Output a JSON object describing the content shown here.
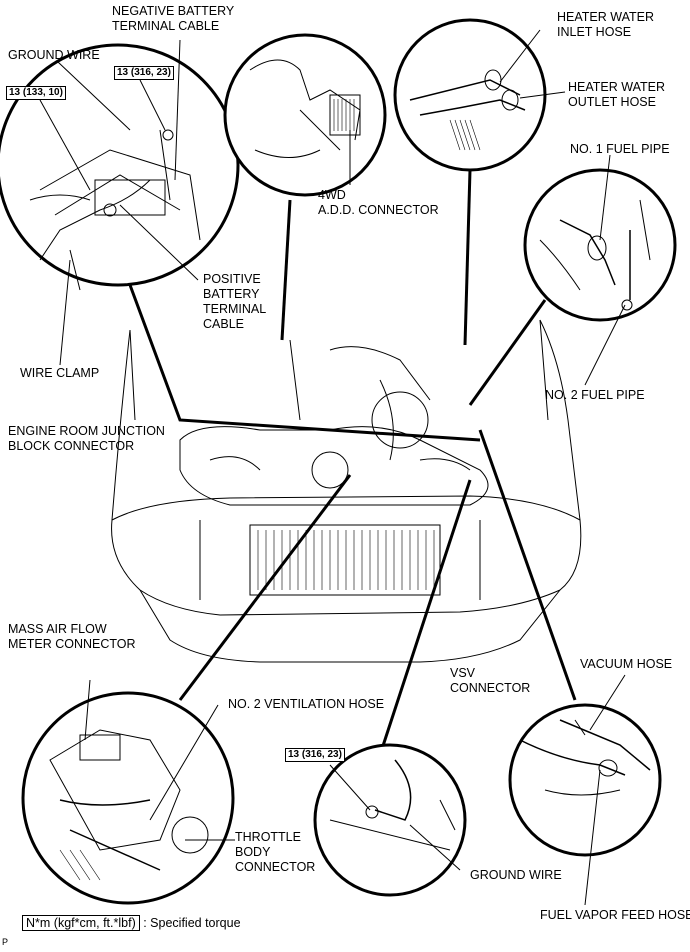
{
  "labels": {
    "negative_battery": "NEGATIVE BATTERY\nTERMINAL CABLE",
    "ground_wire_top": "GROUND WIRE",
    "torque_left": "13 (133, 10)",
    "torque_top": "13 (316, 23)",
    "positive_battery": "POSITIVE\nBATTERY\nTERMINAL\nCABLE",
    "wire_clamp": "WIRE CLAMP",
    "engine_room": "ENGINE ROOM JUNCTION\nBLOCK CONNECTOR",
    "connector_4wd": "4WD\nA.D.D. CONNECTOR",
    "heater_inlet": "HEATER WATER\nINLET HOSE",
    "heater_outlet": "HEATER WATER\nOUTLET HOSE",
    "fuel_pipe_1": "NO. 1 FUEL PIPE",
    "fuel_pipe_2": "NO. 2 FUEL PIPE",
    "mass_air_flow": "MASS AIR FLOW\nMETER CONNECTOR",
    "ventilation_hose": "NO. 2 VENTILATION HOSE",
    "throttle_body": "THROTTLE\nBODY\nCONNECTOR",
    "vsv_connector": "VSV\nCONNECTOR",
    "torque_bottom": "13 (316, 23)",
    "ground_wire_bottom": "GROUND WIRE",
    "vacuum_hose": "VACUUM HOSE",
    "fuel_vapor": "FUEL VAPOR FEED HOSE",
    "legend_box": "N*m (kgf*cm, ft.*lbf)",
    "legend_text": ": Specified torque",
    "corner_mark": "P"
  }
}
